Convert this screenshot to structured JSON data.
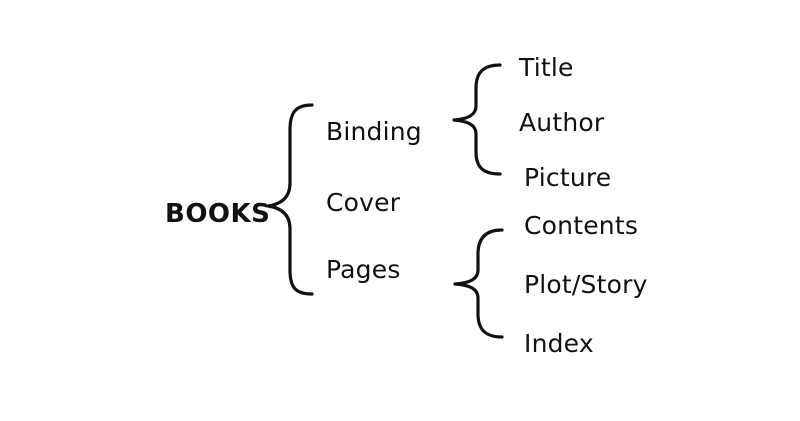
{
  "diagram": {
    "root": "BOOKS",
    "level1": [
      "Binding",
      "Cover",
      "Pages"
    ],
    "binding_children": [
      "Title",
      "Author",
      "Picture"
    ],
    "pages_children": [
      "Contents",
      "Plot/Story",
      "Index"
    ]
  },
  "colors": {
    "ink": "#111111",
    "background": "#ffffff"
  }
}
